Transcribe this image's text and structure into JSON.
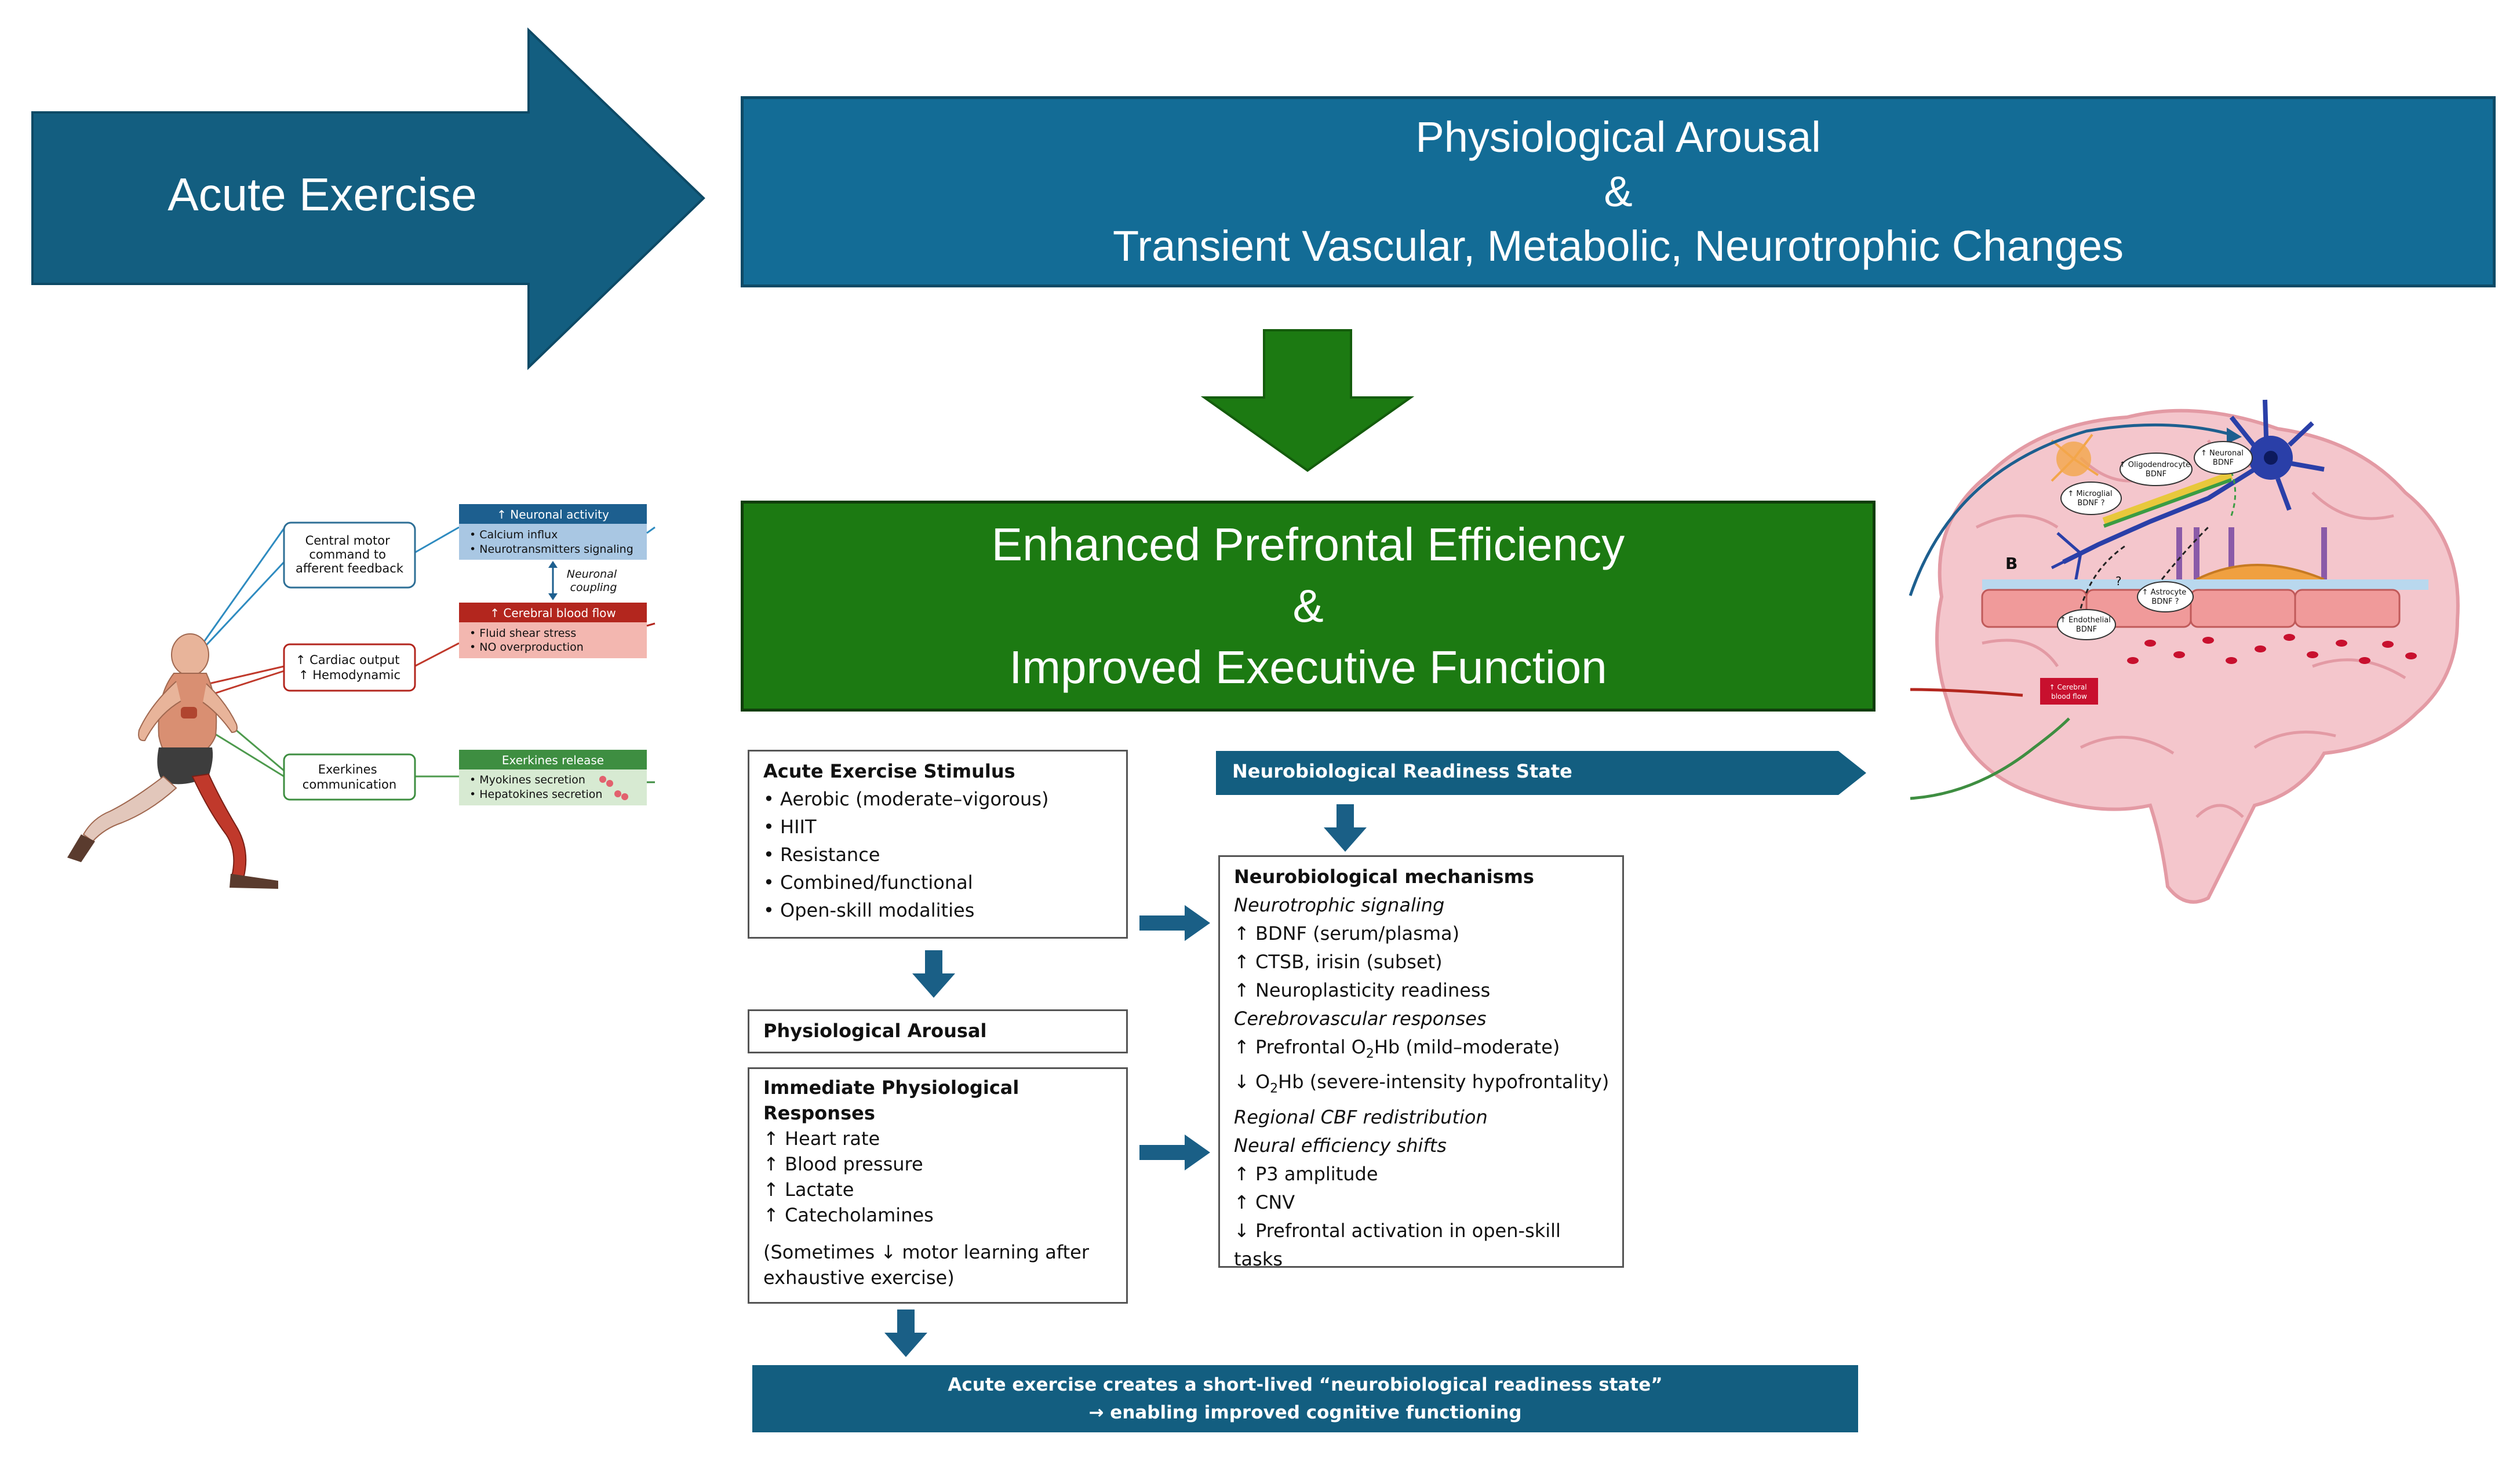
{
  "top_arrow": {
    "label": "Acute Exercise"
  },
  "top_banner": {
    "line1": "Physiological Arousal",
    "line2": "&",
    "line3": "Transient Vascular, Metabolic, Neurotrophic Changes"
  },
  "green_banner": {
    "line1": "Enhanced Prefrontal Efficiency",
    "line2": "&",
    "line3": "Improved Executive Function"
  },
  "body_diagram": {
    "motor_box": [
      "Central motor",
      "command to",
      "afferent feedback"
    ],
    "cardio_box": [
      "↑ Cardiac output",
      "↑ Hemodynamic"
    ],
    "exerkines_box": [
      "Exerkines",
      "communication"
    ],
    "neuronal_header": "↑ Neuronal activity",
    "neuronal_items": [
      "• Calcium influx",
      "• Neurotransmitters signaling"
    ],
    "coupling_label": [
      "Neuronal",
      "coupling"
    ],
    "blood_header": "↑ Cerebral blood flow",
    "blood_items": [
      "• Fluid shear stress",
      "• NO overproduction"
    ],
    "exerkines_header": "Exerkines release",
    "exerkines_items": [
      "• Myokines secretion",
      "• Hepatokines secretion"
    ]
  },
  "brain_diagram": {
    "label_b": "B",
    "microglial": [
      "↑ Microglial",
      "BDNF ?"
    ],
    "oligodendrocyte": [
      "↑ Oligodendrocyte",
      "BDNF"
    ],
    "neuronal": [
      "↑ Neuronal",
      "BDNF"
    ],
    "astrocyte": [
      "↑ Astrocyte",
      "BDNF ?"
    ],
    "endothelial": [
      "↑ Endothelial",
      "BDNF"
    ],
    "question": "?",
    "cerebral_flow": [
      "↑ Cerebral",
      "blood flow"
    ]
  },
  "stimulus_box": {
    "title": "Acute Exercise Stimulus",
    "items": [
      "• Aerobic (moderate–vigorous)",
      "• HIIT",
      "• Resistance",
      "• Combined/functional",
      "• Open-skill modalities"
    ]
  },
  "arousal_box": {
    "title": "Physiological Arousal"
  },
  "responses_box": {
    "title1": "Immediate Physiological",
    "title2": "Responses",
    "items": [
      "↑ Heart rate",
      "↑ Blood pressure",
      "↑ Lactate",
      "↑ Catecholamines"
    ],
    "note1": "(Sometimes ↓ motor learning after",
    "note2": "exhaustive exercise)"
  },
  "readiness_banner": {
    "label": "Neurobiological Readiness State"
  },
  "mechanisms_box": {
    "title": "Neurobiological mechanisms",
    "neurotrophic_heading": "Neurotrophic signaling",
    "neurotrophic_items": [
      "↑ BDNF (serum/plasma)",
      "↑ CTSB, irisin (subset)",
      "↑ Neuroplasticity readiness"
    ],
    "cerebrovascular_heading": "Cerebrovascular responses",
    "o2hb_up_prefix": "↑ Prefrontal O",
    "o2hb_up_sub": "2",
    "o2hb_up_suffix": "Hb (mild–moderate)",
    "o2hb_down_prefix": "↓ O",
    "o2hb_down_sub": "2",
    "o2hb_down_suffix": "Hb (severe-intensity hypofrontality)",
    "cbf_heading": "Regional CBF redistribution",
    "neural_heading": "Neural efficiency shifts",
    "neural_items": [
      "↑ P3 amplitude",
      "↑ CNV"
    ],
    "prefrontal_line1": "↓ Prefrontal activation in open-skill",
    "prefrontal_line2": "tasks"
  },
  "bottom_banner": {
    "line1": "Acute exercise creates a short-lived “neurobiological readiness state”",
    "line2": "→ enabling improved cognitive functioning"
  },
  "colors": {
    "dark_teal": "#135e80",
    "blue": "#136c96",
    "green": "#1c7a12",
    "flow_arrow": "#1a5f86"
  }
}
